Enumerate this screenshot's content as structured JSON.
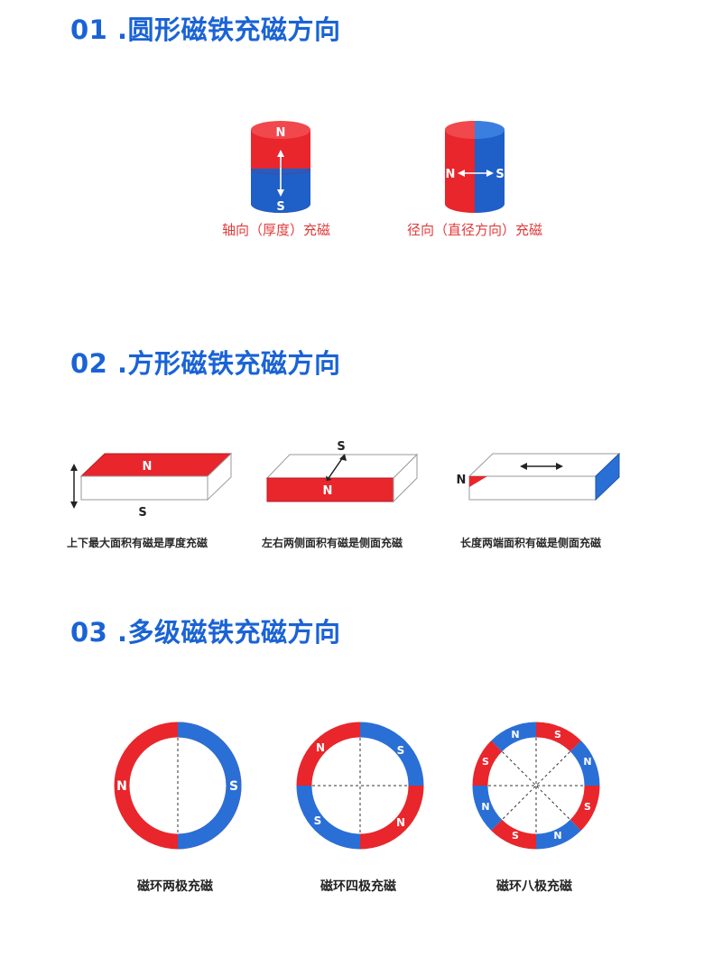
{
  "sections": [
    {
      "heading": "01 .圆形磁铁充磁方向",
      "figures": [
        {
          "caption": "轴向（厚度）充磁",
          "pole_top": "N",
          "pole_bottom": "S"
        },
        {
          "caption": "径向（直径方向）充磁",
          "pole_left": "N",
          "pole_right": "S"
        }
      ]
    },
    {
      "heading": "02 .方形磁铁充磁方向",
      "figures": [
        {
          "caption": "上下最大面积有磁是厚度充磁",
          "pole_top": "N",
          "pole_bottom": "S"
        },
        {
          "caption": "左右两侧面积有磁是侧面充磁",
          "pole_top": "S",
          "pole_front": "N"
        },
        {
          "caption": "长度两端面积有磁是侧面充磁",
          "pole_end": "N"
        }
      ]
    },
    {
      "heading": "03 .多级磁铁充磁方向",
      "figures": [
        {
          "caption": "磁环两极充磁",
          "poles": [
            "N",
            "S"
          ]
        },
        {
          "caption": "磁环四极充磁",
          "poles": [
            "N",
            "S",
            "N",
            "S"
          ]
        },
        {
          "caption": "磁环八极充磁",
          "poles": [
            "N",
            "S",
            "N",
            "S",
            "N",
            "S",
            "N",
            "S"
          ]
        }
      ]
    }
  ],
  "colors": {
    "heading": "#1a63d6",
    "north": "#e8262c",
    "south": "#2a6fd6",
    "caption_red": "#e03a3a"
  }
}
